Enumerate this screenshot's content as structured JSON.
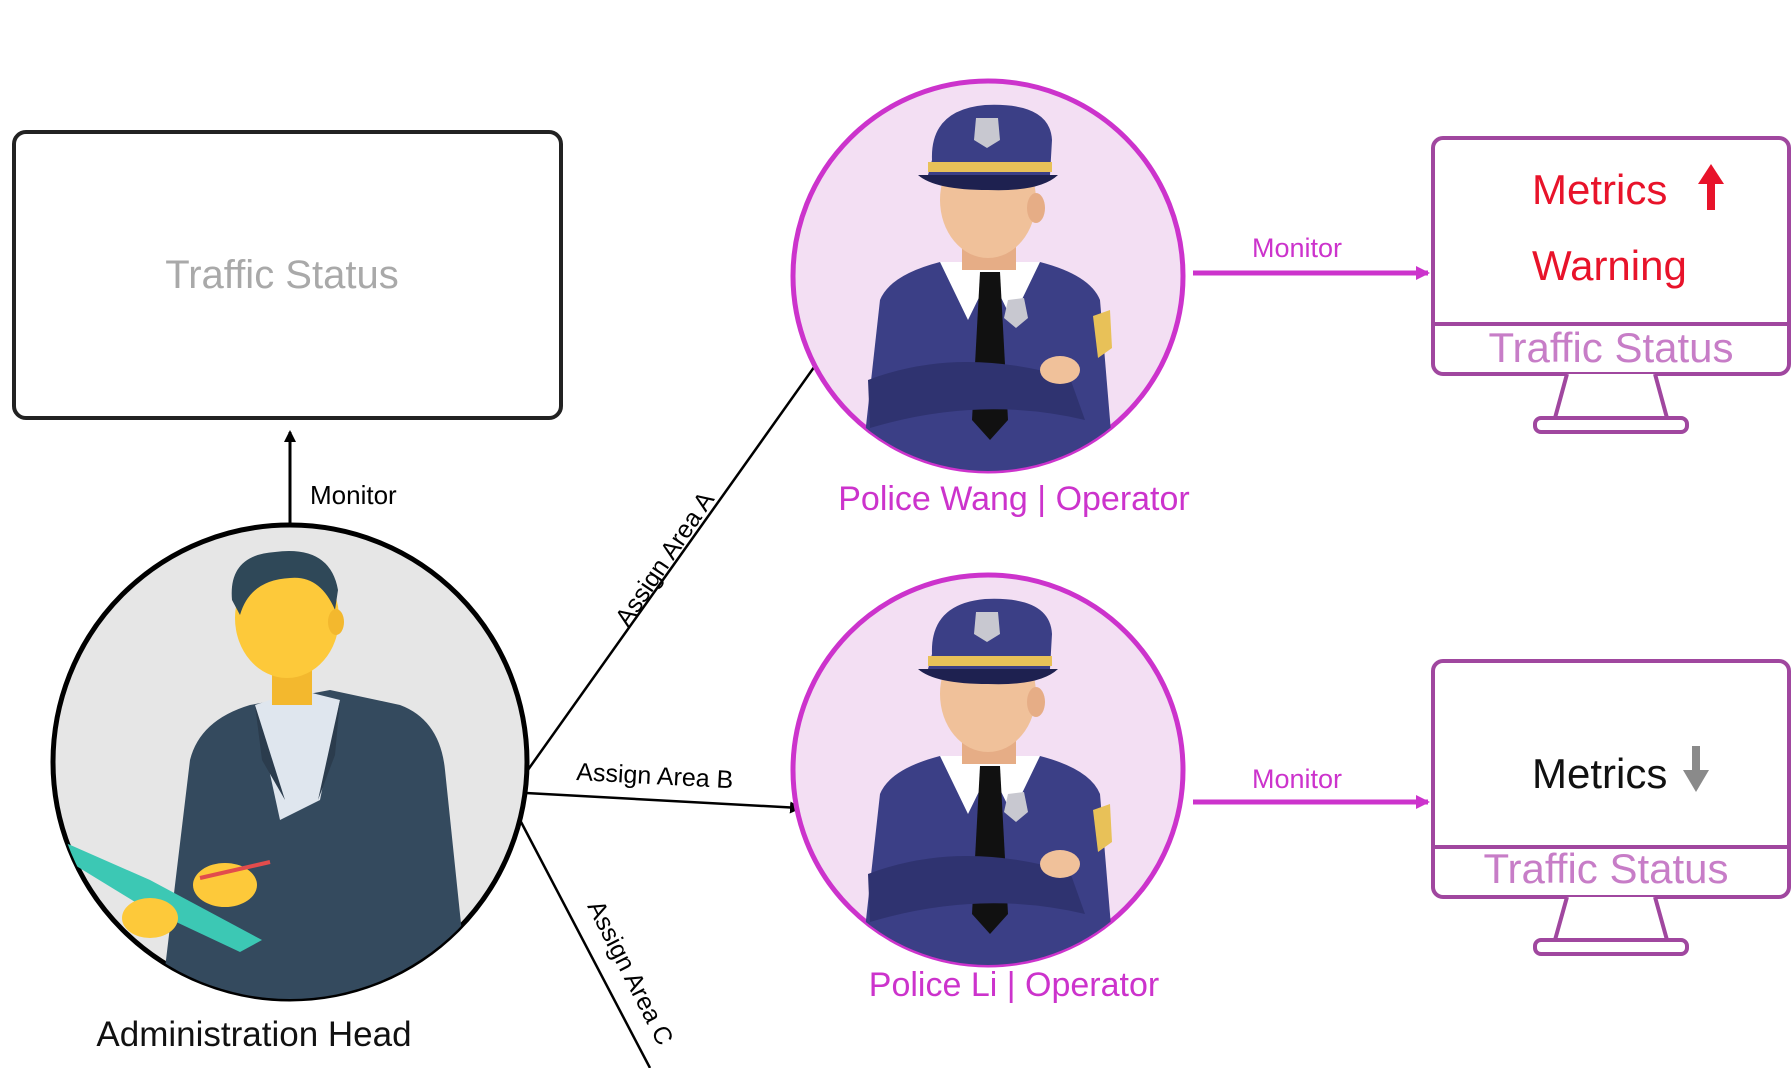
{
  "admin_display": {
    "label": "Traffic Status"
  },
  "admin": {
    "label": "Administration Head",
    "monitor_label": "Monitor"
  },
  "assignments": [
    {
      "label": "Assign Area A"
    },
    {
      "label": "Assign Area B"
    },
    {
      "label": "Assign Area C"
    }
  ],
  "operators": [
    {
      "label": "Police Wang | Operator",
      "monitor_label": "Monitor",
      "screen": {
        "metrics_label": "Metrics",
        "trend": "up",
        "warning_label": "Warning",
        "footer_label": "Traffic Status"
      }
    },
    {
      "label": "Police Li | Operator",
      "monitor_label": "Monitor",
      "screen": {
        "metrics_label": "Metrics",
        "trend": "down",
        "footer_label": "Traffic Status"
      }
    }
  ],
  "colors": {
    "accent": "#cc33cc",
    "circle_fill": "#f3dff3",
    "screen_border": "#a0479f",
    "screen_footer_text": "#c77dc7",
    "warning": "#e8132a",
    "admin_display_text": "#a9a9a9",
    "admin_circle_fill": "#e6e6e6",
    "police_uniform": "#3b3f86",
    "skin": "#f0c19a",
    "admin_suit": "#344a5e",
    "admin_skin": "#fdc93a"
  }
}
